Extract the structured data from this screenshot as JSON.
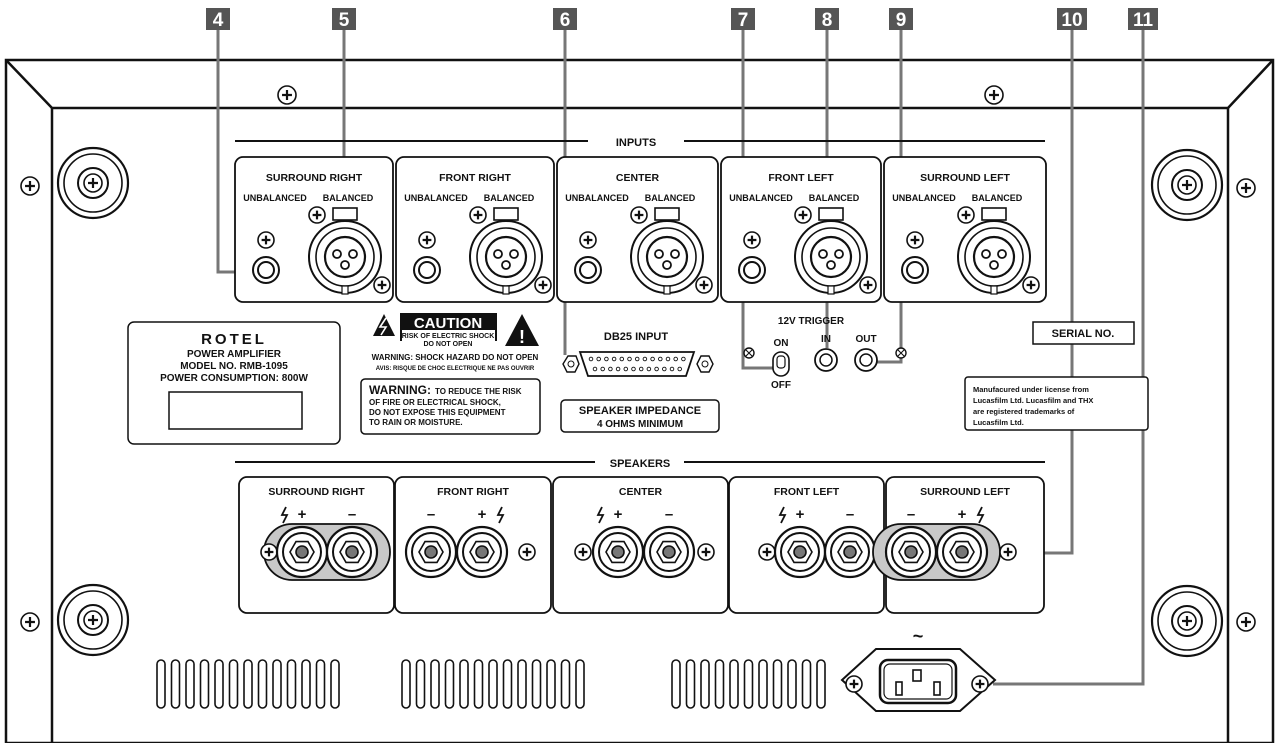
{
  "callouts": [
    "4",
    "5",
    "6",
    "7",
    "8",
    "9",
    "10",
    "11"
  ],
  "sections": {
    "inputs_title": "INPUTS",
    "speakers_title": "SPEAKERS"
  },
  "input_channels": [
    {
      "name": "SURROUND RIGHT",
      "unbalanced": "UNBALANCED",
      "balanced": "BALANCED"
    },
    {
      "name": "FRONT RIGHT",
      "unbalanced": "UNBALANCED",
      "balanced": "BALANCED"
    },
    {
      "name": "CENTER",
      "unbalanced": "UNBALANCED",
      "balanced": "BALANCED"
    },
    {
      "name": "FRONT LEFT",
      "unbalanced": "UNBALANCED",
      "balanced": "BALANCED"
    },
    {
      "name": "SURROUND LEFT",
      "unbalanced": "UNBALANCED",
      "balanced": "BALANCED"
    }
  ],
  "speaker_channels": [
    {
      "name": "SURROUND RIGHT",
      "polarity_left": "+",
      "polarity_right": "–"
    },
    {
      "name": "FRONT RIGHT",
      "polarity_left": "–",
      "polarity_right": "+"
    },
    {
      "name": "CENTER",
      "polarity_left": "+",
      "polarity_right": "–"
    },
    {
      "name": "FRONT LEFT",
      "polarity_left": "+",
      "polarity_right": "–"
    },
    {
      "name": "SURROUND LEFT",
      "polarity_left": "–",
      "polarity_right": "+"
    }
  ],
  "brand": {
    "logo": "ROTEL",
    "line1": "POWER AMPLIFIER",
    "line2": "MODEL NO. RMB-1095",
    "line3": "POWER CONSUMPTION: 800W"
  },
  "caution": {
    "title": "CAUTION",
    "sub1": "RISK OF ELECTRIC SHOCK",
    "sub2": "DO NOT OPEN",
    "warn1": "WARNING: SHOCK HAZARD DO NOT OPEN",
    "warn2": "AVIS: RISQUE DE CHOC ELECTRIQUE NE PAS OUVRIR"
  },
  "warning_box": {
    "head": "WARNING:",
    "line1": "TO REDUCE THE RISK",
    "line2": "OF FIRE OR ELECTRICAL SHOCK,",
    "line3": "DO NOT EXPOSE THIS EQUIPMENT",
    "line4": "TO RAIN OR MOISTURE."
  },
  "db25_label": "DB25 INPUT",
  "impedance": {
    "line1": "SPEAKER IMPEDANCE",
    "line2": "4 OHMS MINIMUM"
  },
  "trigger": {
    "title": "12V TRIGGER",
    "on": "ON",
    "off": "OFF",
    "in": "IN",
    "out": "OUT"
  },
  "serial_label": "SERIAL NO.",
  "thx_notice": {
    "line1": "Manufacured under license from",
    "line2": "Lucasfilm Ltd. Lucasfilm and THX",
    "line3": "are registered trademarks of",
    "line4": "Lucasfilm Ltd."
  },
  "ac_symbol": "~",
  "colors": {
    "ink": "#111111",
    "callout_bg": "#555555",
    "panel_fill": "#ffffff",
    "shade": "#c8c8c8"
  }
}
